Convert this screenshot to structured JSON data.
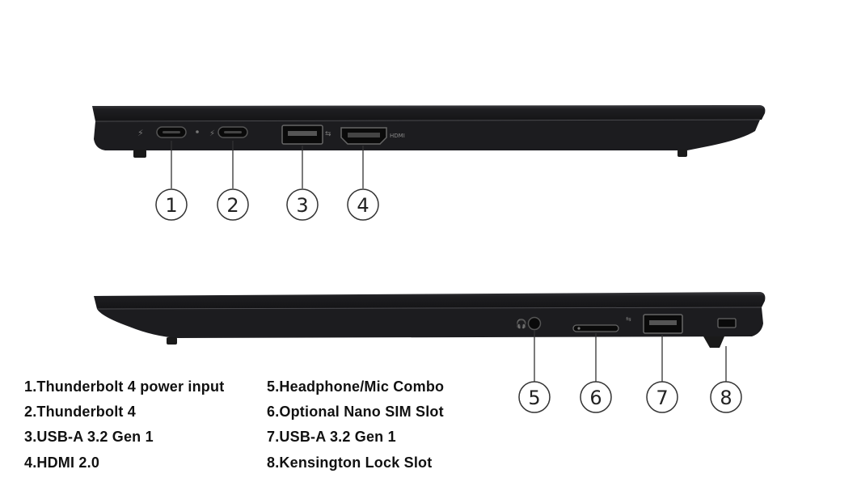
{
  "callouts": [
    "1",
    "2",
    "3",
    "4",
    "5",
    "6",
    "7",
    "8"
  ],
  "port_marks": {
    "hdmi": "HDMI"
  },
  "legend": [
    "1.Thunderbolt 4 power input",
    "2.Thunderbolt 4",
    "3.USB-A 3.2 Gen 1",
    "4.HDMI 2.0",
    "5.Headphone/Mic Combo",
    "6.Optional Nano SIM Slot",
    "7.USB-A 3.2 Gen 1",
    "8.Kensington Lock Slot"
  ],
  "colors": {
    "laptop_body": "#1b1b1d",
    "laptop_edge": "#2c2c2f",
    "port": "#0c0c0c",
    "callout_line": "#333333"
  }
}
